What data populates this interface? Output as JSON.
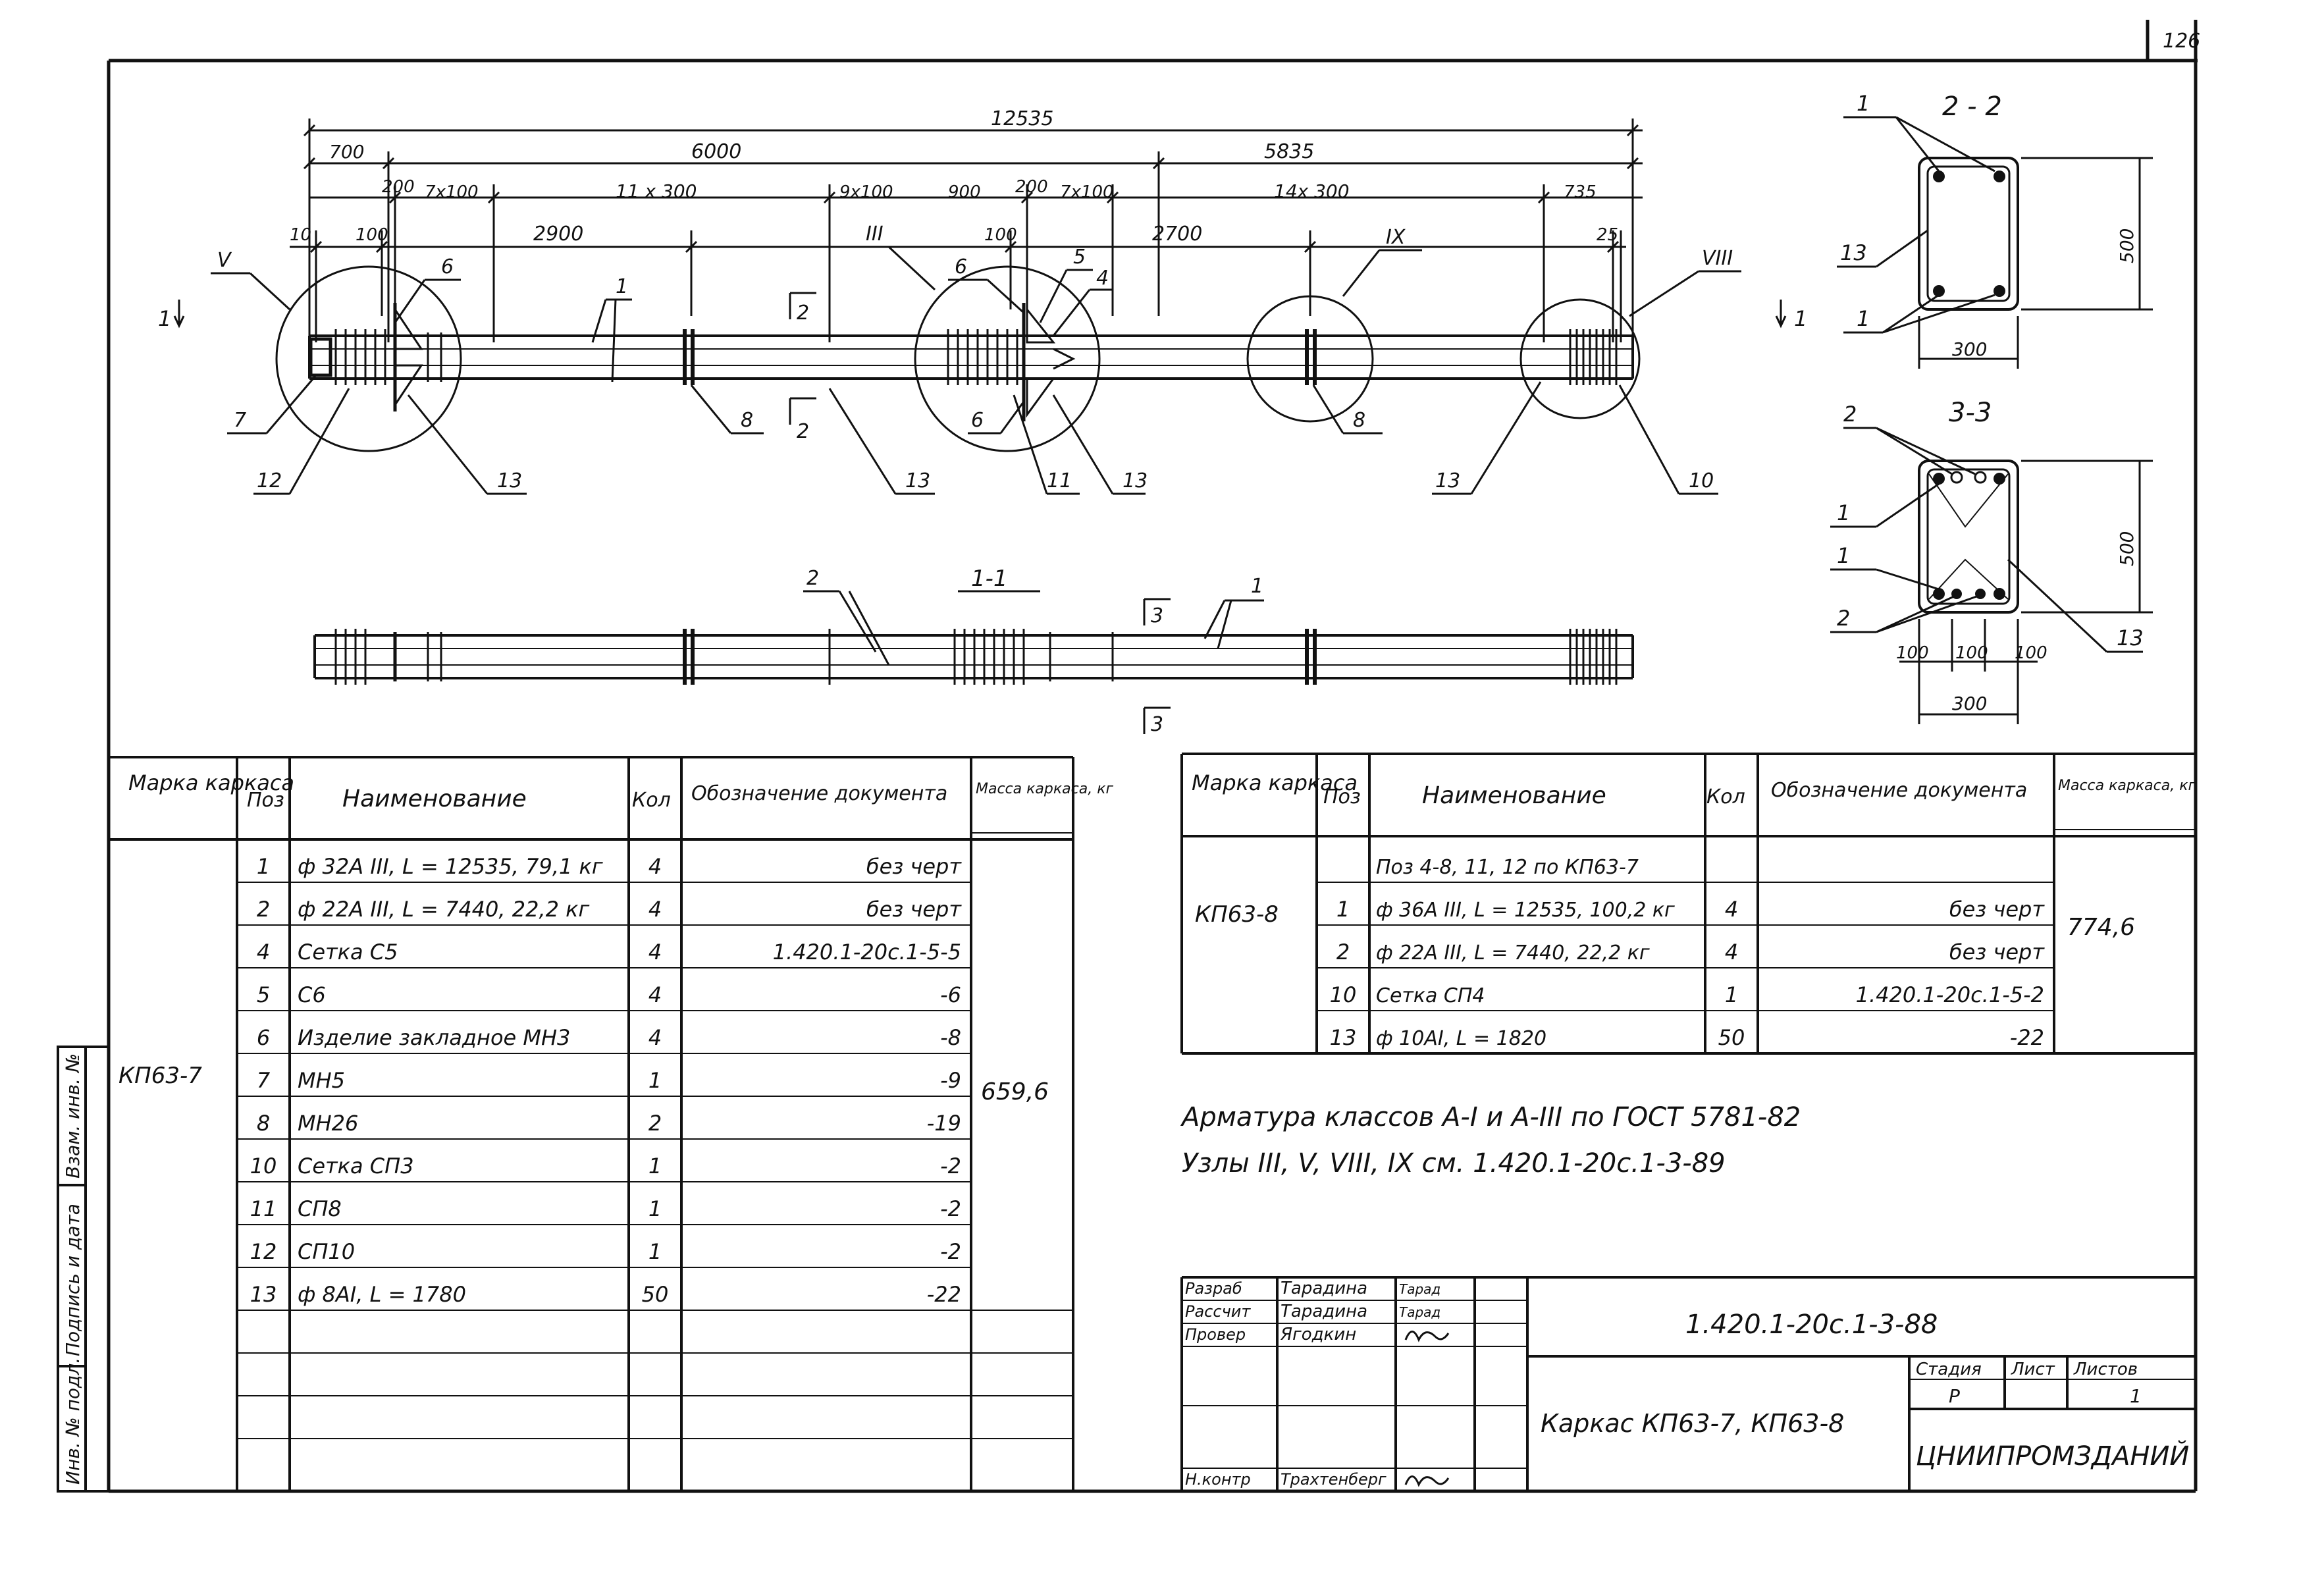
{
  "sheet_number": "126",
  "plan": {
    "dims_top": {
      "total": "12535",
      "d700": "700",
      "d6000": "6000",
      "d5835": "5835"
    },
    "dims_row2": {
      "d200": "200",
      "d7x100": "7x100",
      "d11x300": "11 x 300",
      "d9x100": "9x100",
      "d900": "900",
      "d200b": "200",
      "d7x100b": "7x100",
      "d14x300": "14x 300",
      "d735": "735"
    },
    "dims_row3": {
      "d10": "10",
      "d100": "100",
      "d2900": "2900",
      "d100b": "100",
      "d2700": "2700",
      "d25": "25"
    },
    "node_labels": {
      "v": "V",
      "iii": "III",
      "ix": "IX",
      "viii": "VIII"
    },
    "section_marks": {
      "s1_left": "1",
      "s1_right": "1",
      "s2_top": "2",
      "s2_bottom": "2",
      "s3_top": "3",
      "s3_bottom": "3"
    },
    "callouts": {
      "p1": "1",
      "p6a": "6",
      "p7": "7",
      "p12": "12",
      "p13a": "13",
      "p8a": "8",
      "p13b": "13",
      "p6b": "6",
      "p5": "5",
      "p4": "4",
      "p6c": "6",
      "p11": "11",
      "p13c": "13",
      "p8b": "8",
      "p13d": "13",
      "p10": "10"
    }
  },
  "view_1_1": {
    "title": "1-1",
    "p2": "2",
    "p1": "1"
  },
  "section_2_2": {
    "title": "2 - 2",
    "p1a": "1",
    "p13": "13",
    "p1b": "1",
    "dim_h": "500",
    "dim_w": "300"
  },
  "section_3_3": {
    "title": "3-3",
    "p2a": "2",
    "p1a": "1",
    "p1b": "1",
    "p2b": "2",
    "p13": "13",
    "dim_h": "500",
    "d100a": "100",
    "d100b": "100",
    "d100c": "100",
    "dim_w": "300"
  },
  "table_left": {
    "headers": {
      "mark": "Марка каркаса",
      "pos": "Поз",
      "name": "Наименование",
      "qty": "Кол",
      "doc": "Обозначение документа",
      "mass": "Масса каркаса, кг"
    },
    "mark": "КП63-7",
    "mass": "659,6",
    "rows": [
      {
        "pos": "1",
        "name": "ф 32А III, L = 12535, 79,1 кг",
        "qty": "4",
        "doc": "без черт"
      },
      {
        "pos": "2",
        "name": "ф 22А III, L = 7440, 22,2 кг",
        "qty": "4",
        "doc": "без черт"
      },
      {
        "pos": "4",
        "name": "Сетка С5",
        "qty": "4",
        "doc": "1.420.1-20с.1-5-5"
      },
      {
        "pos": "5",
        "name": "С6",
        "qty": "4",
        "doc": "-6"
      },
      {
        "pos": "6",
        "name": "Изделие закладное МН3",
        "qty": "4",
        "doc": "-8"
      },
      {
        "pos": "7",
        "name": "МН5",
        "qty": "1",
        "doc": "-9"
      },
      {
        "pos": "8",
        "name": "МН26",
        "qty": "2",
        "doc": "-19"
      },
      {
        "pos": "10",
        "name": "Сетка СП3",
        "qty": "1",
        "doc": "-2"
      },
      {
        "pos": "11",
        "name": "СП8",
        "qty": "1",
        "doc": "-2"
      },
      {
        "pos": "12",
        "name": "СП10",
        "qty": "1",
        "doc": "-2"
      },
      {
        "pos": "13",
        "name": "ф 8АI, L = 1780",
        "qty": "50",
        "doc": "-22"
      }
    ]
  },
  "table_right": {
    "headers": {
      "mark": "Марка каркаса",
      "pos": "Поз",
      "name": "Наименование",
      "qty": "Кол",
      "doc": "Обозначение документа",
      "mass": "Масса каркаса, кг"
    },
    "mark": "КП63-8",
    "mass": "774,6",
    "rows": [
      {
        "pos": "",
        "name": "Поз 4-8, 11, 12 по КП63-7",
        "qty": "",
        "doc": ""
      },
      {
        "pos": "1",
        "name": "ф 36А III, L = 12535, 100,2 кг",
        "qty": "4",
        "doc": "без черт"
      },
      {
        "pos": "2",
        "name": "ф 22А III, L = 7440, 22,2 кг",
        "qty": "4",
        "doc": "без черт"
      },
      {
        "pos": "10",
        "name": "Сетка СП4",
        "qty": "1",
        "doc": "1.420.1-20с.1-5-2"
      },
      {
        "pos": "13",
        "name": "ф 10АI, L = 1820",
        "qty": "50",
        "doc": "-22"
      }
    ]
  },
  "notes": {
    "line1": "Арматура классов А-I и А-III по ГОСТ 5781-82",
    "line2": "Узлы III, V, VIII, IX см. 1.420.1-20с.1-3-89"
  },
  "title_block": {
    "roles": [
      "Разраб",
      "Рассчит",
      "Провер",
      "",
      "",
      "Н.контр"
    ],
    "names": [
      "Тарадина",
      "Тарадина",
      "Ягодкин",
      "",
      "",
      "Трахтенберг"
    ],
    "signatures": [
      "Тарад",
      "Тарад",
      "",
      "",
      "",
      ""
    ],
    "doc_code": "1.420.1-20с.1-3-88",
    "title": "Каркас КП63-7, КП63-8",
    "stage_label": "Стадия",
    "stage": "Р",
    "sheet_label": "Лист",
    "sheet": "",
    "sheets_label": "Листов",
    "sheets": "1",
    "org": "ЦНИИПРОМЗДАНИЙ"
  },
  "side_stamp": [
    "Инв. № подл.",
    "Подпись и дата",
    "Взам. инв. №"
  ]
}
